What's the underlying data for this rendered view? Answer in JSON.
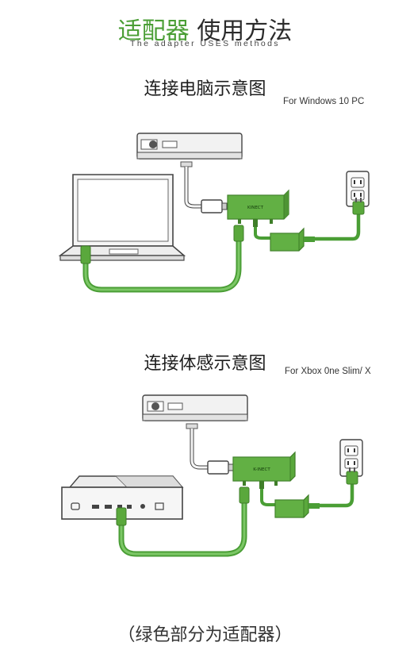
{
  "header": {
    "title_accent": "适配器",
    "title_rest": "使用方法",
    "subtitle": "The adapter USES methods"
  },
  "sections": [
    {
      "title": "连接电脑示意图",
      "platform": "For Windows 10 PC",
      "adapter_label": "KINECT"
    },
    {
      "title": "连接体感示意图",
      "platform": "For Xbox 0ne Slim/ X",
      "adapter_label": "K-INECT"
    }
  ],
  "footer": {
    "note": "（绿色部分为适配器）"
  },
  "colors": {
    "accent_green": "#4a9e35",
    "adapter_green": "#5aa83c",
    "cable_green": "#5fb14a",
    "outline": "#444444",
    "device_fill": "#f2f2f2"
  }
}
